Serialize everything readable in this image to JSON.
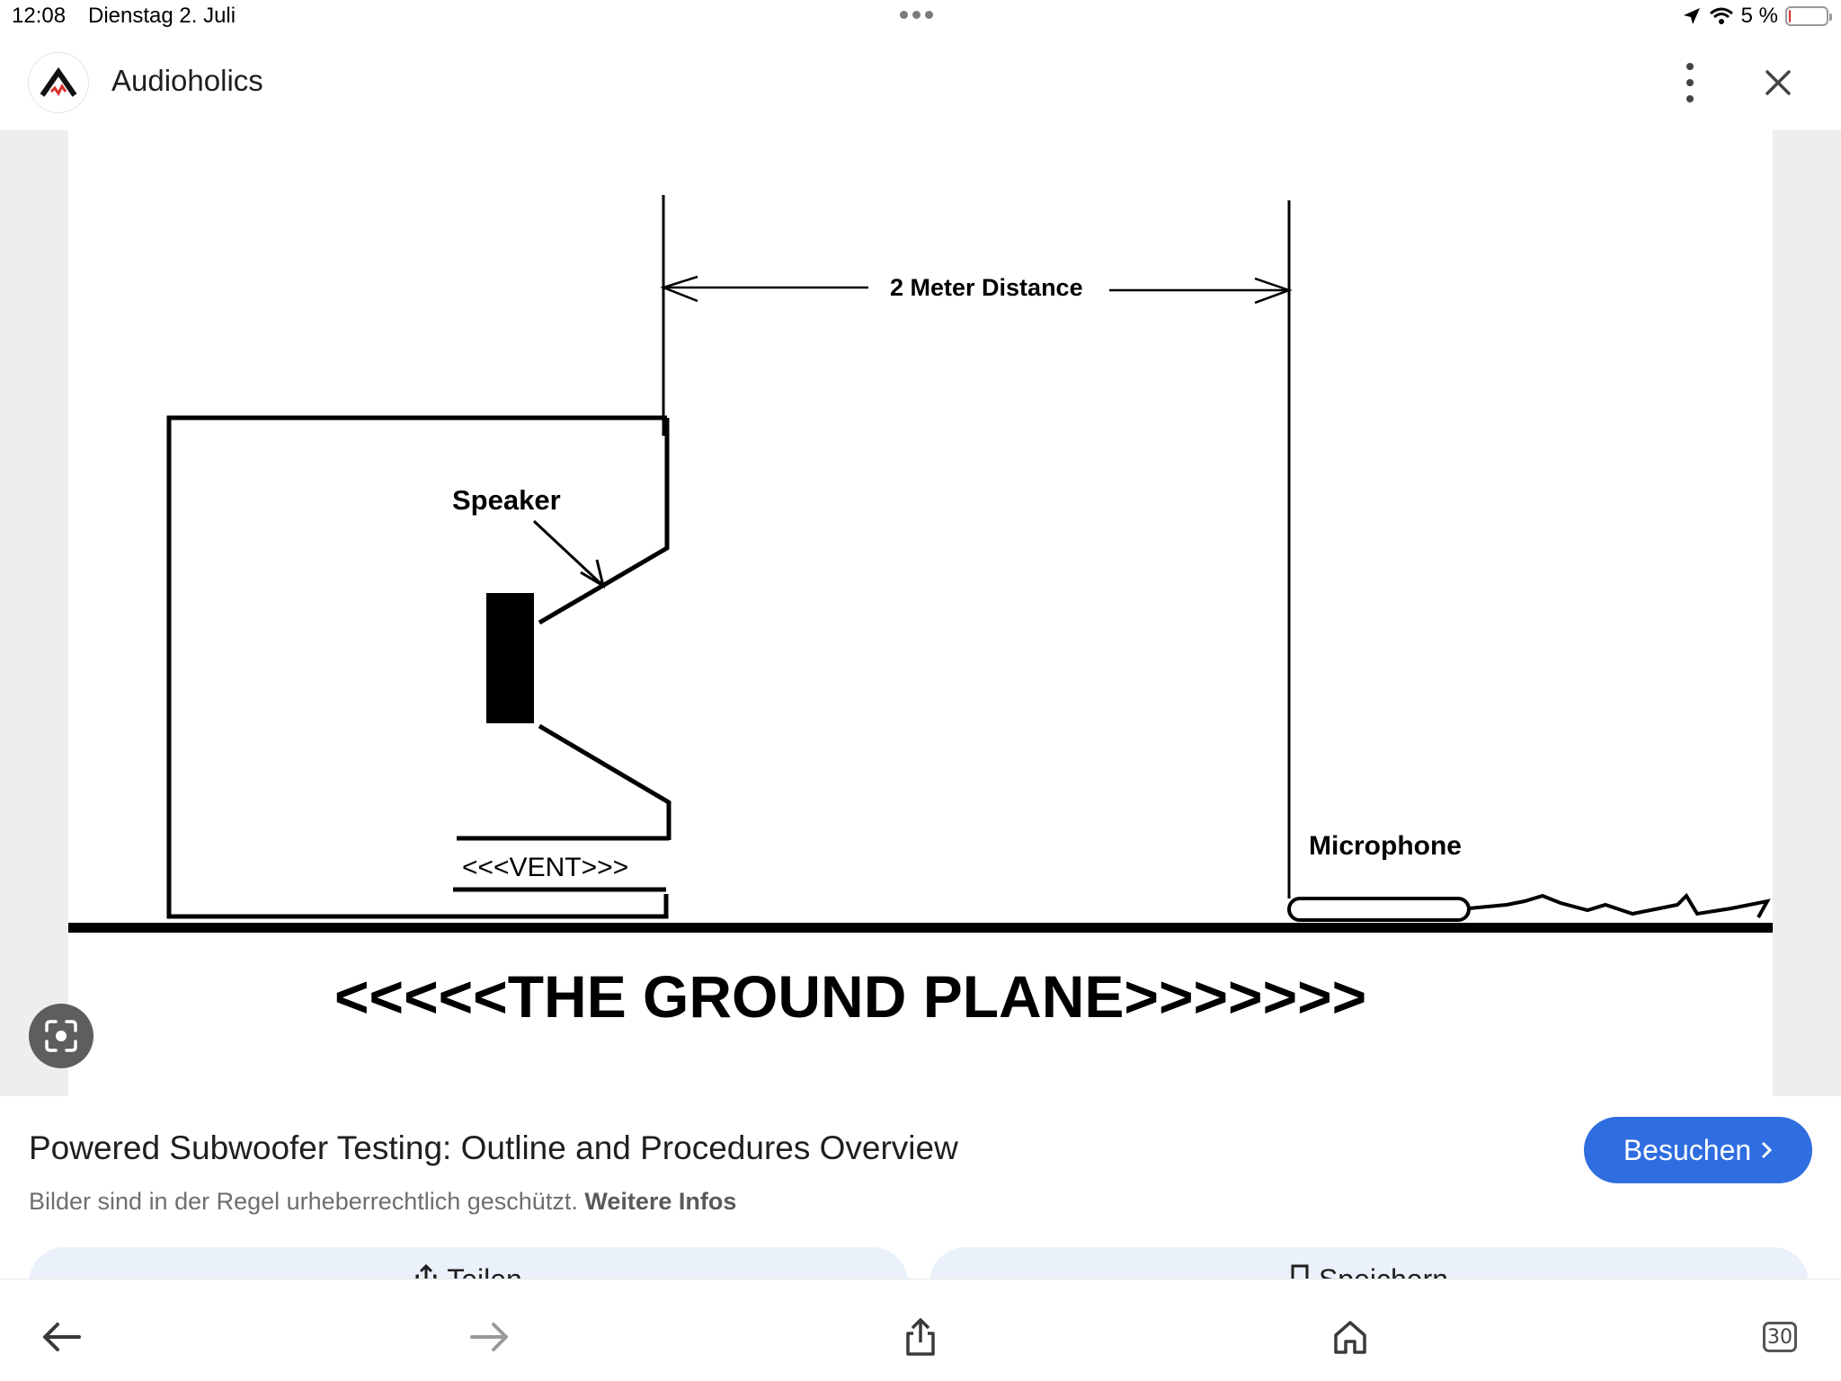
{
  "status_bar": {
    "time": "12:08",
    "date": "Dienstag 2. Juli",
    "battery": "5 %",
    "battery_level": 0.05
  },
  "header": {
    "site_name": "Audioholics",
    "icons": [
      "audioholics-logo",
      "more-vert-icon",
      "close-icon"
    ]
  },
  "diagram": {
    "distance_label": "2 Meter Distance",
    "speaker_label": "Speaker",
    "vent_label": "<<<VENT>>>",
    "microphone_label": "Microphone",
    "ground_label": "<<<<<THE GROUND  PLANE>>>>>>>"
  },
  "caption": {
    "title": "Powered Subwoofer Testing: Outline and Procedures Overview",
    "visit_label": "Besuchen",
    "copyright_text": "Bilder sind in der Regel urheberrechtlich geschützt.",
    "more_info_link": "Weitere Infos"
  },
  "actions": {
    "share_label": "Teilen",
    "save_label": "Speichern"
  },
  "bottom_nav": {
    "tab_count": "30",
    "icons": [
      "back-arrow-icon",
      "forward-arrow-icon",
      "share-icon",
      "home-icon",
      "tabs-icon"
    ]
  },
  "colors": {
    "accent": "#2f6ee0",
    "pill_bg": "#eaf1fb",
    "battery_low": "#e0302a"
  }
}
